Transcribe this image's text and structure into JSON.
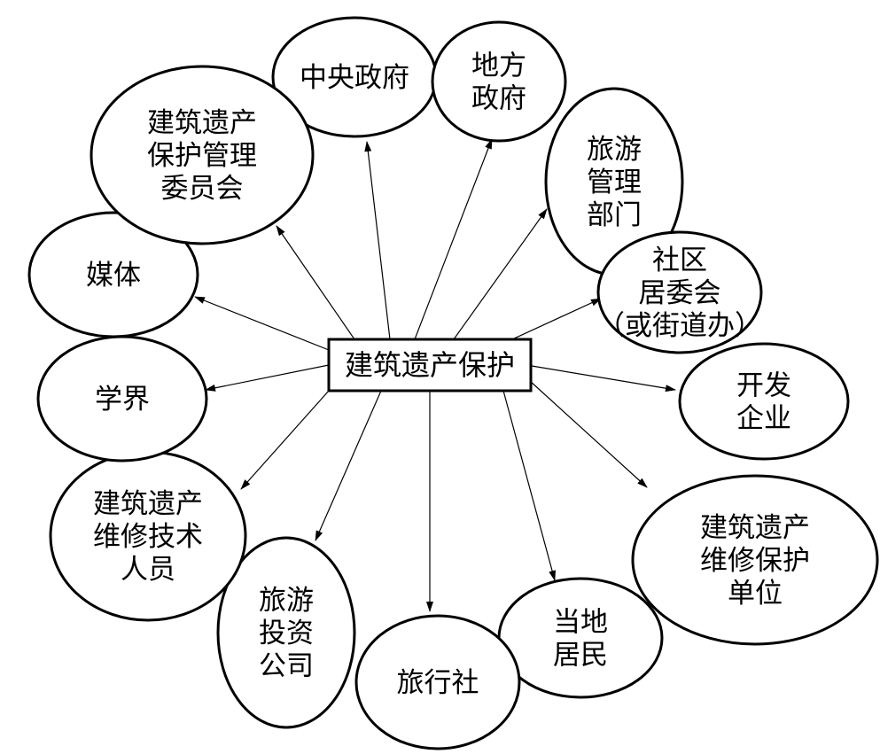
{
  "center": {
    "label": "建筑遗产保护"
  },
  "stakeholders": [
    {
      "id": "central-government",
      "lines": [
        "中央政府"
      ]
    },
    {
      "id": "local-government",
      "lines": [
        "地方",
        "政府"
      ]
    },
    {
      "id": "tourism-department",
      "lines": [
        "旅游",
        "管理",
        "部门"
      ]
    },
    {
      "id": "community-committee",
      "lines": [
        "社区",
        "居委会",
        "（或街道办）"
      ]
    },
    {
      "id": "developer",
      "lines": [
        "开发",
        "企业"
      ]
    },
    {
      "id": "repair-unit",
      "lines": [
        "建筑遗产",
        "维修保护",
        "单位"
      ]
    },
    {
      "id": "local-residents",
      "lines": [
        "当地",
        "居民"
      ]
    },
    {
      "id": "travel-agency",
      "lines": [
        "旅行社"
      ]
    },
    {
      "id": "tourism-investment",
      "lines": [
        "旅游",
        "投资",
        "公司"
      ]
    },
    {
      "id": "repair-technicians",
      "lines": [
        "建筑遗产",
        "维修技术",
        "人员"
      ]
    },
    {
      "id": "academia",
      "lines": [
        "学界"
      ]
    },
    {
      "id": "media",
      "lines": [
        "媒体"
      ]
    },
    {
      "id": "heritage-committee",
      "lines": [
        "建筑遗产",
        "保护管理",
        "委员会"
      ]
    }
  ]
}
